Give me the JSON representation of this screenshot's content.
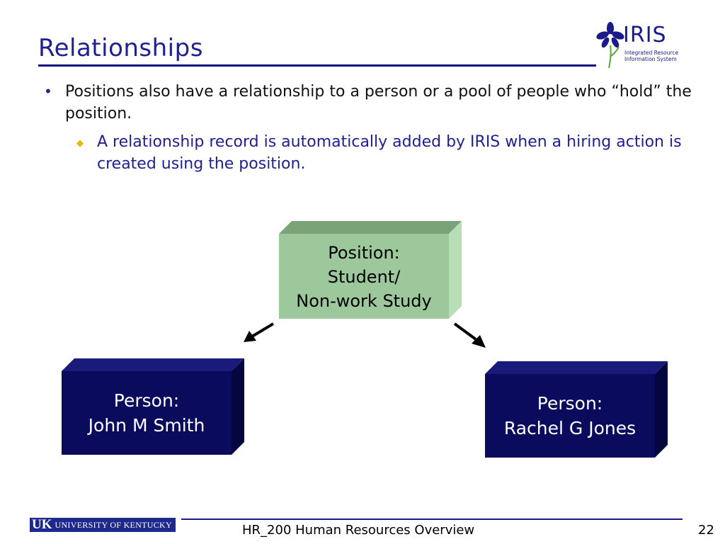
{
  "slide": {
    "title": "Relationships",
    "bullet_1": "Positions also have a relationship to a person or a pool of people who “hold” the position.",
    "bullet_2": "A relationship record is automatically added by IRIS when a hiring action is created using the position."
  },
  "logo": {
    "name": "IRIS",
    "subtitle_1": "Integrated Resource",
    "subtitle_2": "Information System",
    "icon": "iris-flower-icon"
  },
  "diagram": {
    "position": {
      "line_1": "Position:",
      "line_2": "Student/",
      "line_3": "Non-work Study"
    },
    "person_1": {
      "line_1": "Person:",
      "line_2": "John M Smith"
    },
    "person_2": {
      "line_1": "Person:",
      "line_2": "Rachel G Jones"
    }
  },
  "footer": {
    "university_mark": "UK",
    "university_name": "UNIVERSITY OF KENTUCKY",
    "course": "HR_200 Human Resources Overview",
    "page_number": "22"
  },
  "colors": {
    "title": "#1f1f8f",
    "position_box": "#9cc89c",
    "person_box": "#0b0b5e",
    "bullet_diamond": "#e5b800"
  }
}
